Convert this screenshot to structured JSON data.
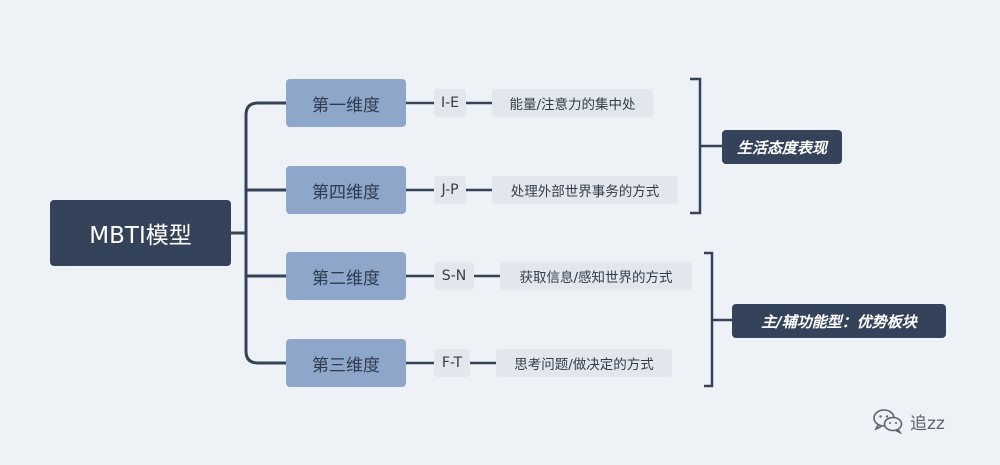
{
  "root": {
    "label": "MBTI模型"
  },
  "branches": [
    {
      "dimension": "第一维度",
      "code": "I-E",
      "description": "能量/注意力的集中处"
    },
    {
      "dimension": "第四维度",
      "code": "J-P",
      "description": "处理外部世界事务的方式"
    },
    {
      "dimension": "第二维度",
      "code": "S-N",
      "description": "获取信息/感知世界的方式"
    },
    {
      "dimension": "第三维度",
      "code": "F-T",
      "description": "思考问题/做决定的方式"
    }
  ],
  "summaries": [
    {
      "label": "生活态度表现"
    },
    {
      "label": "主/辅功能型：优势板块"
    }
  ],
  "watermark": {
    "icon": "wechat-icon",
    "text": "追zz"
  },
  "colors": {
    "background": "#eef2f6",
    "root": "#34435a",
    "dimension": "#8ea6c9",
    "leaf": "#e2e7ee",
    "connector": "#34435a"
  }
}
